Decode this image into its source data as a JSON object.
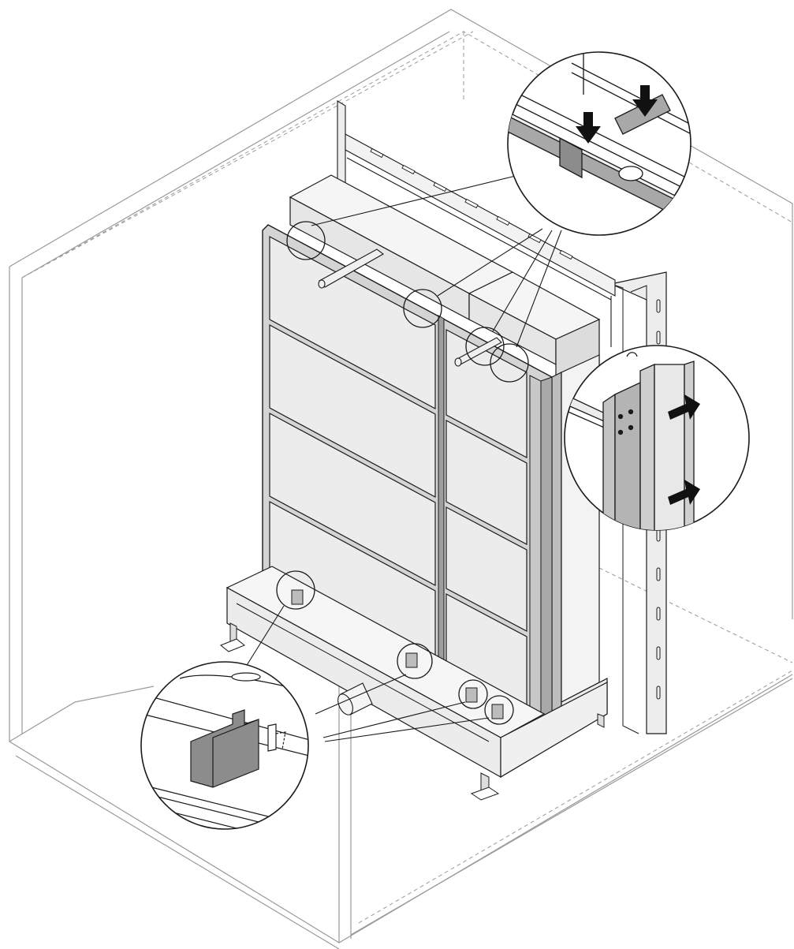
{
  "diagram": {
    "callouts": [
      {
        "id": "top-clip-detail",
        "icon": "arrow-down-icon"
      },
      {
        "id": "side-rail-detail",
        "icon": "arrow-right-icon"
      },
      {
        "id": "bottom-bracket-detail",
        "icon": "bracket-icon"
      }
    ],
    "colors": {
      "stroke": "#1a1a1a",
      "light_stroke": "#9a9a9a",
      "panel_fill": "#e8e8e8",
      "part_fill": "#c8c8c8",
      "dark_fill": "#8c8c8c",
      "arrow_fill": "#111111"
    }
  }
}
